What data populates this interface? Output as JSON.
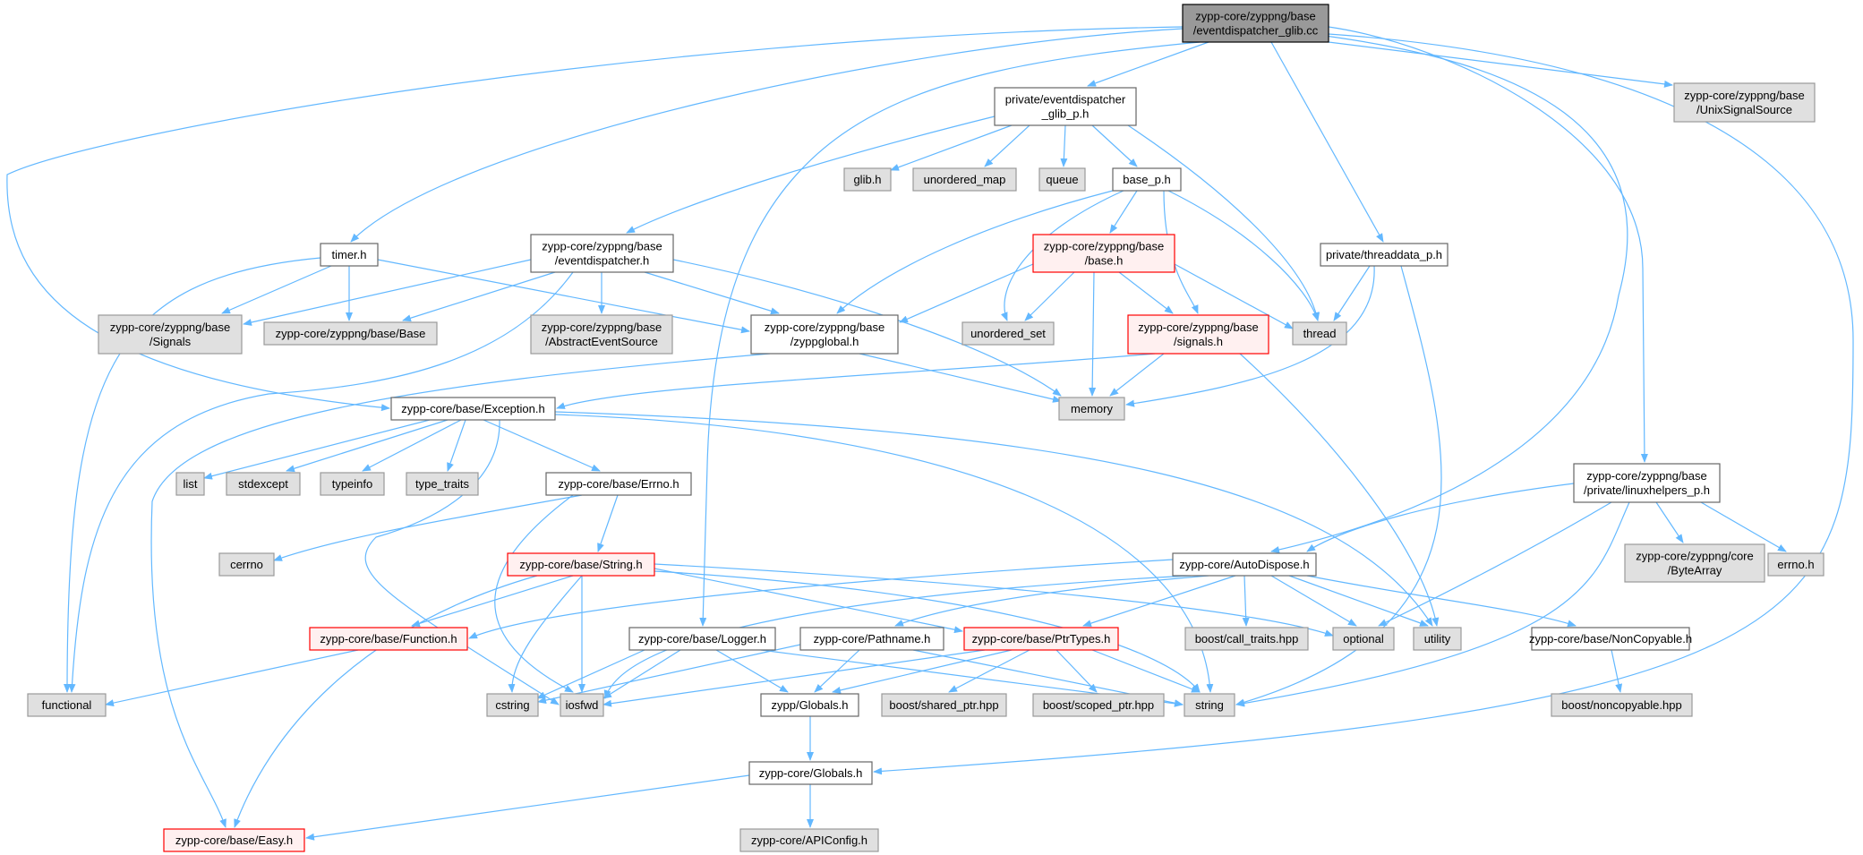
{
  "diagram": {
    "colors": {
      "edge": "#63b8ff",
      "focus_fill": "#999999",
      "sys_fill": "#e0e0e0",
      "sys_border": "#999999",
      "file_fill": "#ffffff",
      "file_border": "#666666",
      "trunc_fill": "#fff0f0",
      "trunc_border": "#ff0000",
      "text": "#000000"
    },
    "nodes": [
      {
        "id": "n0",
        "kind": "focus",
        "lines": [
          "zypp-core/zyppng/base",
          "/eventdispatcher_glib.cc"
        ]
      },
      {
        "id": "n1",
        "kind": "file",
        "lines": [
          "private/eventdispatcher",
          "_glib_p.h"
        ]
      },
      {
        "id": "n2",
        "kind": "sys",
        "lines": [
          "zypp-core/zyppng/base",
          "/UnixSignalSource"
        ]
      },
      {
        "id": "n3",
        "kind": "sys",
        "lines": [
          "glib.h"
        ]
      },
      {
        "id": "n4",
        "kind": "sys",
        "lines": [
          "unordered_map"
        ]
      },
      {
        "id": "n5",
        "kind": "sys",
        "lines": [
          "queue"
        ]
      },
      {
        "id": "n6",
        "kind": "file",
        "lines": [
          "base_p.h"
        ]
      },
      {
        "id": "n7",
        "kind": "file",
        "lines": [
          "timer.h"
        ]
      },
      {
        "id": "n8",
        "kind": "file",
        "lines": [
          "zypp-core/zyppng/base",
          "/eventdispatcher.h"
        ]
      },
      {
        "id": "n9",
        "kind": "trunc",
        "lines": [
          "zypp-core/zyppng/base",
          "/base.h"
        ]
      },
      {
        "id": "n10",
        "kind": "file",
        "lines": [
          "private/threaddata_p.h"
        ]
      },
      {
        "id": "n11",
        "kind": "sys",
        "lines": [
          "zypp-core/zyppng/base",
          "/Signals"
        ]
      },
      {
        "id": "n12",
        "kind": "sys",
        "lines": [
          "zypp-core/zyppng/base/Base"
        ]
      },
      {
        "id": "n13",
        "kind": "sys",
        "lines": [
          "zypp-core/zyppng/base",
          "/AbstractEventSource"
        ]
      },
      {
        "id": "n14",
        "kind": "file",
        "lines": [
          "zypp-core/zyppng/base",
          "/zyppglobal.h"
        ]
      },
      {
        "id": "n15",
        "kind": "sys",
        "lines": [
          "unordered_set"
        ]
      },
      {
        "id": "n16",
        "kind": "trunc",
        "lines": [
          "zypp-core/zyppng/base",
          "/signals.h"
        ]
      },
      {
        "id": "n17",
        "kind": "sys",
        "lines": [
          "thread"
        ]
      },
      {
        "id": "n18",
        "kind": "file",
        "lines": [
          "zypp-core/base/Exception.h"
        ]
      },
      {
        "id": "n19",
        "kind": "sys",
        "lines": [
          "memory"
        ]
      },
      {
        "id": "n20",
        "kind": "sys",
        "lines": [
          "list"
        ]
      },
      {
        "id": "n21",
        "kind": "sys",
        "lines": [
          "stdexcept"
        ]
      },
      {
        "id": "n22",
        "kind": "sys",
        "lines": [
          "typeinfo"
        ]
      },
      {
        "id": "n23",
        "kind": "sys",
        "lines": [
          "type_traits"
        ]
      },
      {
        "id": "n24",
        "kind": "file",
        "lines": [
          "zypp-core/base/Errno.h"
        ]
      },
      {
        "id": "n25",
        "kind": "file",
        "lines": [
          "zypp-core/zyppng/base",
          "/private/linuxhelpers_p.h"
        ]
      },
      {
        "id": "n26",
        "kind": "sys",
        "lines": [
          "cerrno"
        ]
      },
      {
        "id": "n27",
        "kind": "trunc",
        "lines": [
          "zypp-core/base/String.h"
        ]
      },
      {
        "id": "n28",
        "kind": "file",
        "lines": [
          "zypp-core/AutoDispose.h"
        ]
      },
      {
        "id": "n29",
        "kind": "sys",
        "lines": [
          "zypp-core/zyppng/core",
          "/ByteArray"
        ]
      },
      {
        "id": "n30",
        "kind": "sys",
        "lines": [
          "errno.h"
        ]
      },
      {
        "id": "n31",
        "kind": "trunc",
        "lines": [
          "zypp-core/base/Function.h"
        ]
      },
      {
        "id": "n32",
        "kind": "file",
        "lines": [
          "zypp-core/base/Logger.h"
        ]
      },
      {
        "id": "n33",
        "kind": "file",
        "lines": [
          "zypp-core/Pathname.h"
        ]
      },
      {
        "id": "n34",
        "kind": "trunc",
        "lines": [
          "zypp-core/base/PtrTypes.h"
        ]
      },
      {
        "id": "n35",
        "kind": "sys",
        "lines": [
          "boost/call_traits.hpp"
        ]
      },
      {
        "id": "n36",
        "kind": "sys",
        "lines": [
          "optional"
        ]
      },
      {
        "id": "n37",
        "kind": "sys",
        "lines": [
          "utility"
        ]
      },
      {
        "id": "n38",
        "kind": "file",
        "lines": [
          "zypp-core/base/NonCopyable.h"
        ]
      },
      {
        "id": "n39",
        "kind": "sys",
        "lines": [
          "functional"
        ]
      },
      {
        "id": "n40",
        "kind": "sys",
        "lines": [
          "cstring"
        ]
      },
      {
        "id": "n41",
        "kind": "sys",
        "lines": [
          "iosfwd"
        ]
      },
      {
        "id": "n42",
        "kind": "file",
        "lines": [
          "zypp/Globals.h"
        ]
      },
      {
        "id": "n43",
        "kind": "sys",
        "lines": [
          "boost/shared_ptr.hpp"
        ]
      },
      {
        "id": "n44",
        "kind": "sys",
        "lines": [
          "boost/scoped_ptr.hpp"
        ]
      },
      {
        "id": "n45",
        "kind": "sys",
        "lines": [
          "string"
        ]
      },
      {
        "id": "n46",
        "kind": "sys",
        "lines": [
          "boost/noncopyable.hpp"
        ]
      },
      {
        "id": "n47",
        "kind": "file",
        "lines": [
          "zypp-core/Globals.h"
        ]
      },
      {
        "id": "n48",
        "kind": "trunc",
        "lines": [
          "zypp-core/base/Easy.h"
        ]
      },
      {
        "id": "n49",
        "kind": "sys",
        "lines": [
          "zypp-core/APIConfig.h"
        ]
      }
    ]
  }
}
